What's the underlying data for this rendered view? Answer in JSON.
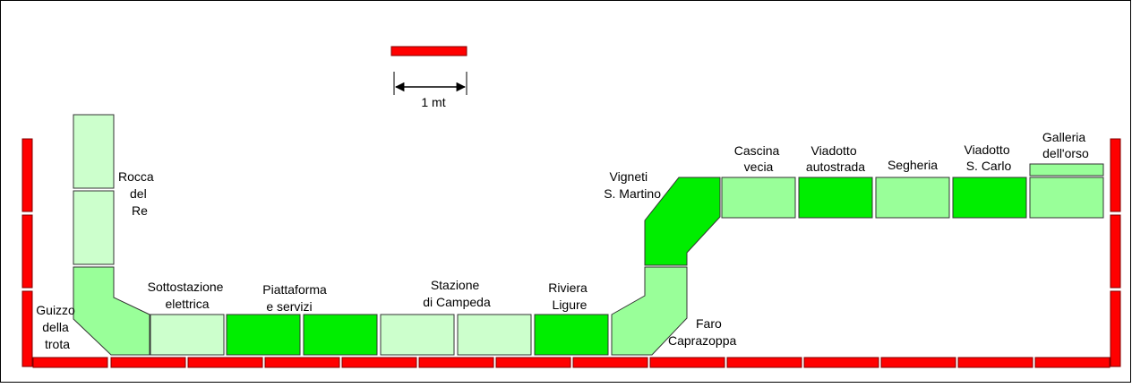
{
  "colors": {
    "background": "#ffffff",
    "wall_red": "#ff0000",
    "wall_outline": "#800000",
    "module_pale": "#ccffcc",
    "module_medium": "#99ff99",
    "module_bright": "#00ee00",
    "module_outline": "#333333",
    "frame": "#000000"
  },
  "scale": {
    "label": "1 mt"
  },
  "labels": {
    "rocca": [
      "Rocca",
      "del",
      "Re"
    ],
    "guizzo": [
      "Guizzo",
      "della",
      "trota"
    ],
    "sottostazione": [
      "Sottostazione",
      "elettrica"
    ],
    "piattaforma": [
      "Piattaforma",
      "e servizi"
    ],
    "stazione": [
      "Stazione",
      "di Campeda"
    ],
    "riviera": [
      "Riviera",
      "Ligure"
    ],
    "faro": [
      "Faro",
      "Caprazoppa"
    ],
    "vigneti": [
      "Vigneti",
      "S. Martino"
    ],
    "cascina": [
      "Cascina",
      "vecia"
    ],
    "viadotto_autostrada": [
      "Viadotto",
      "autostrada"
    ],
    "segheria": [
      "Segheria"
    ],
    "viadotto_carlo": [
      "Viadotto",
      "S. Carlo"
    ],
    "galleria": [
      "Galleria",
      "dell'orso"
    ]
  }
}
